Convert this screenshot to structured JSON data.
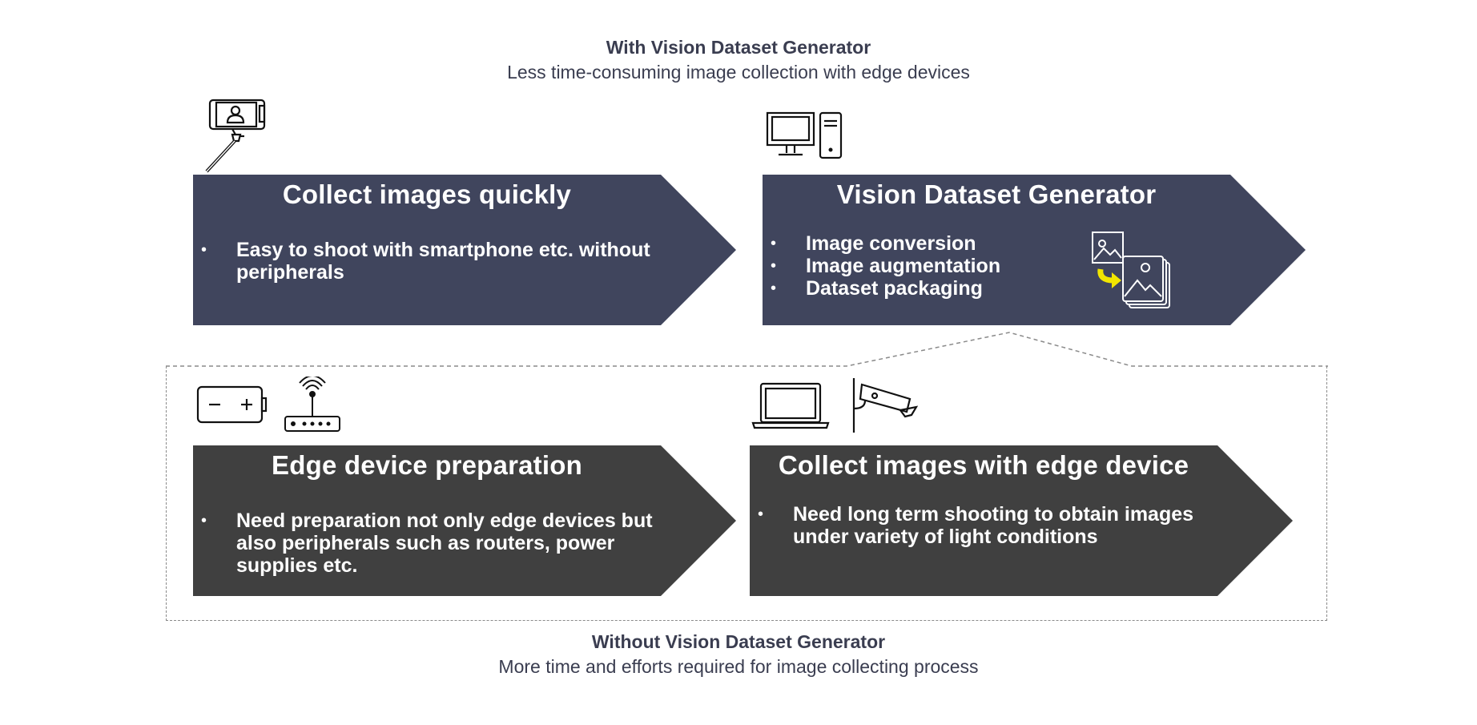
{
  "top": {
    "title": "With Vision Dataset Generator",
    "subtitle": "Less time-consuming image collection with edge devices"
  },
  "bottom": {
    "title": "Without Vision Dataset Generator",
    "subtitle": "More time and efforts required for image collecting process"
  },
  "steps": {
    "collect_quick": {
      "title": "Collect images quickly",
      "bullets": [
        "Easy to shoot with smartphone etc. without peripherals"
      ]
    },
    "vdg": {
      "title": "Vision Dataset Generator",
      "bullets": [
        "Image conversion",
        "Image augmentation",
        "Dataset packaging"
      ]
    },
    "edge_prep": {
      "title": "Edge device preparation",
      "bullets": [
        "Need preparation not only edge devices but also peripherals such as routers, power supplies etc."
      ]
    },
    "edge_collect": {
      "title": "Collect images with edge device",
      "bullets": [
        "Need long term shooting to obtain images under variety of light conditions"
      ]
    }
  },
  "icons": [
    "selfie-stick-smartphone-icon",
    "desktop-computer-icon",
    "image-conversion-icon",
    "battery-icon",
    "wifi-router-icon",
    "laptop-icon",
    "security-camera-icon"
  ],
  "colors": {
    "navy": "#40455d",
    "dark": "#404040",
    "accent_yellow": "#f2e600"
  }
}
